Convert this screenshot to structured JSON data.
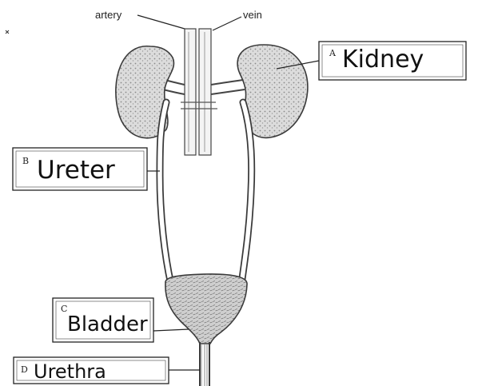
{
  "header_labels": {
    "artery": "artery",
    "vein": "vein"
  },
  "labels": [
    {
      "letter": "A",
      "text": "Kidney"
    },
    {
      "letter": "B",
      "text": "Ureter"
    },
    {
      "letter": "C",
      "text": "Bladder"
    },
    {
      "letter": "D",
      "text": "Urethra"
    }
  ],
  "colors": {
    "ink": "#111111",
    "organ_fill": "#d6d6d6",
    "organ_stroke": "#3a3a3a",
    "tube_fill": "#ffffff"
  }
}
